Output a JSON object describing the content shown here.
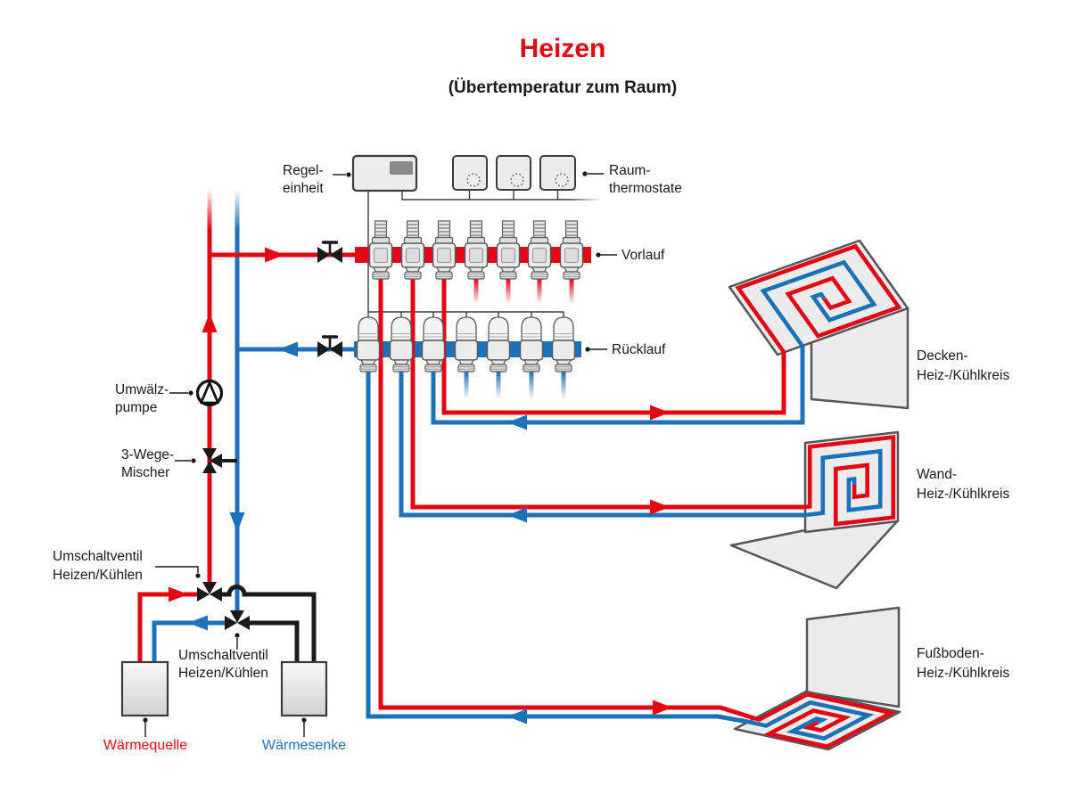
{
  "title": {
    "main": "Heizen",
    "subtitle": "(Übertemperatur zum Raum)"
  },
  "labels": {
    "control_unit": [
      "Regel-",
      "einheit"
    ],
    "room_thermostats": [
      "Raum-",
      "thermostate"
    ],
    "supply": "Vorlauf",
    "return_line": "Rücklauf",
    "circulation_pump": [
      "Umwälz-",
      "pumpe"
    ],
    "three_way_mixer": [
      "3-Wege-",
      "Mischer"
    ],
    "switch_valve_upper": [
      "Umschaltventil",
      "Heizen/Kühlen"
    ],
    "switch_valve_lower": [
      "Umschaltventil",
      "Heizen/Kühlen"
    ],
    "heat_source": "Wärmequelle",
    "heat_sink": "Wärmesenke",
    "circuits": {
      "ceiling": [
        "Decken-",
        "Heiz-/Kühlkreis"
      ],
      "wall": [
        "Wand-",
        "Heiz-/Kühlkreis"
      ],
      "floor": [
        "Fußboden-",
        "Heiz-/Kühlkreis"
      ]
    }
  },
  "colors": {
    "supply_red": "#e30613",
    "return_blue": "#1d71b8",
    "pipe_black": "#1a1a1a",
    "panel_gray": "#ececec",
    "outline_gray": "#55565a",
    "wire_gray": "#3c3c3b"
  }
}
